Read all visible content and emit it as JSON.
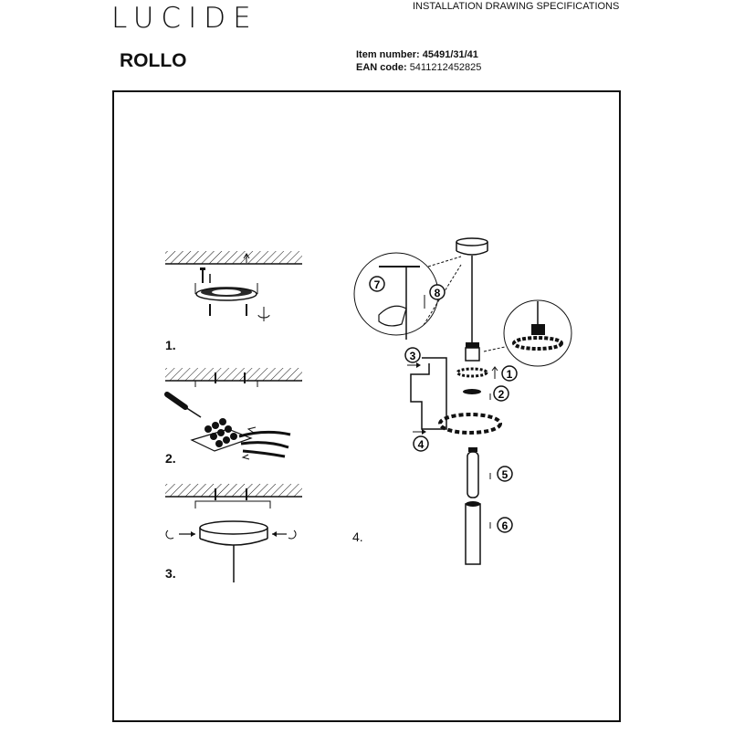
{
  "brand": {
    "logo_text": "LUCIDE"
  },
  "header": {
    "doc_title": "INSTALLATION DRAWING SPECIFICATIONS",
    "product_name": "ROLLO",
    "item_label": "Item number:",
    "item_value": "45491/31/41",
    "ean_label": "EAN code:",
    "ean_value": "5411212452825"
  },
  "steps": {
    "s1": "1.",
    "s2": "2.",
    "s3": "3.",
    "s4": "4."
  },
  "callouts": {
    "c1": "1",
    "c2": "2",
    "c3": "3",
    "c4": "4",
    "c5": "5",
    "c6": "6",
    "c7": "7",
    "c8": "8"
  }
}
